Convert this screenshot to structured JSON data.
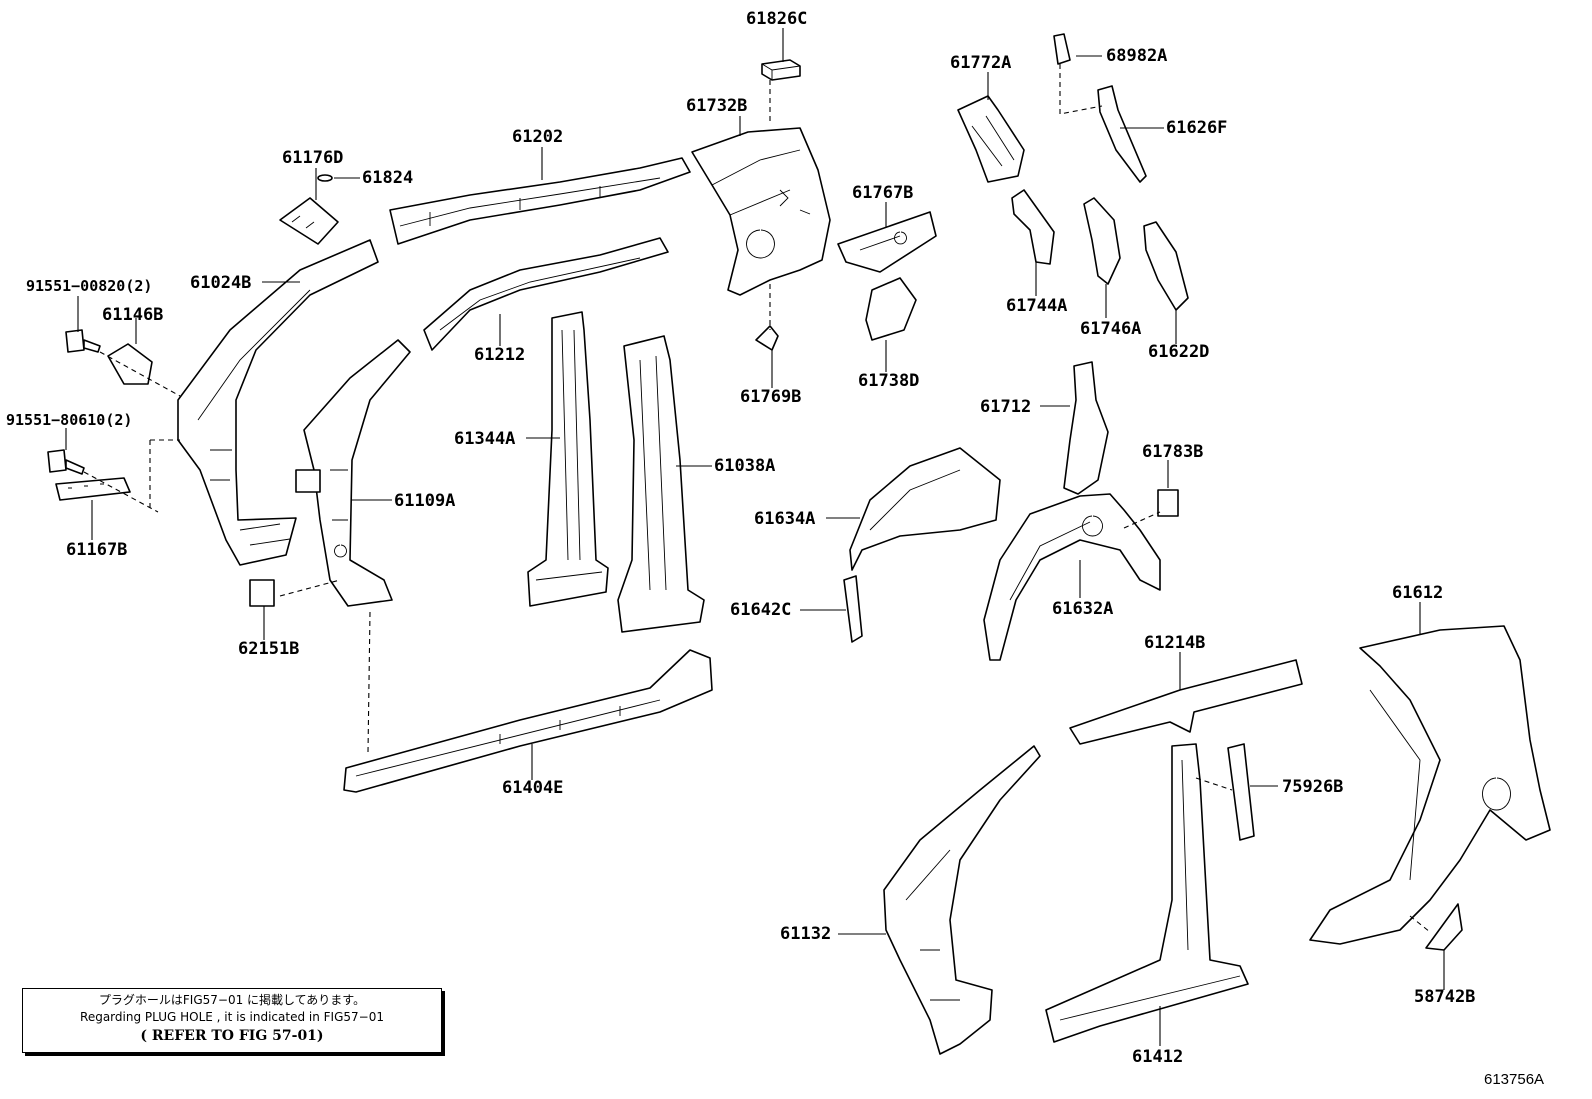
{
  "diagram": {
    "figure_id": "613756A",
    "note": {
      "line1": "プラグホールはFIG57−01 に掲載してあります。",
      "line2": "Regarding  PLUG HOLE  , it is  indicated  in  FIG57−01",
      "line3": "( REFER TO FIG 57-01)"
    },
    "labels": {
      "p61826C": "61826C",
      "p68982A": "68982A",
      "p61772A": "61772A",
      "p61732B": "61732B",
      "p61626F": "61626F",
      "p61202": "61202",
      "p61176D": "61176D",
      "p61824": "61824",
      "p61767B": "61767B",
      "p91551_00820": "91551−00820(2)",
      "p61024B": "61024B",
      "p61146B": "61146B",
      "p61744A": "61744A",
      "p61746A": "61746A",
      "p61212": "61212",
      "p61622D": "61622D",
      "p61738D": "61738D",
      "p61769B": "61769B",
      "p91551_80610": "91551−80610(2)",
      "p61712": "61712",
      "p61344A": "61344A",
      "p61038A": "61038A",
      "p61783B": "61783B",
      "p61109A": "61109A",
      "p61167B": "61167B",
      "p61634A": "61634A",
      "p61632A": "61632A",
      "p61642C": "61642C",
      "p62151B": "62151B",
      "p61612": "61612",
      "p61214B": "61214B",
      "p61404E": "61404E",
      "p75926B": "75926B",
      "p61132": "61132",
      "p58742B": "58742B",
      "p61412": "61412"
    }
  }
}
